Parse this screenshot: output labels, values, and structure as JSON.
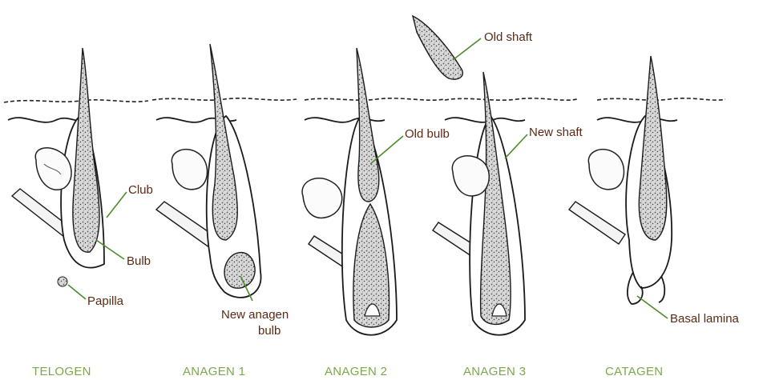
{
  "stages": [
    {
      "name": "TELOGEN"
    },
    {
      "name": "ANAGEN 1"
    },
    {
      "name": "ANAGEN 2"
    },
    {
      "name": "ANAGEN 3"
    },
    {
      "name": "CATAGEN"
    }
  ],
  "labels": {
    "club": "Club",
    "bulb": "Bulb",
    "papilla": "Papilla",
    "new_anagen_bulb_line1": "New anagen",
    "new_anagen_bulb_line2": "bulb",
    "old_bulb": "Old bulb",
    "old_shaft": "Old shaft",
    "new_shaft": "New shaft",
    "basal_lamina": "Basal lamina"
  },
  "colors": {
    "label_text": "#5a2a14",
    "stage_text": "#7aa84a",
    "leader_line": "#4f8a2b"
  }
}
